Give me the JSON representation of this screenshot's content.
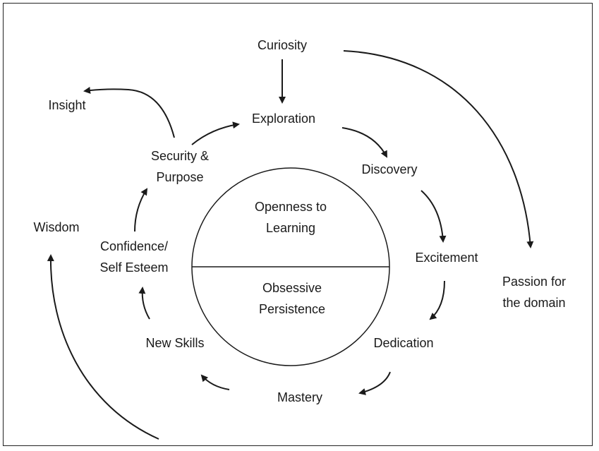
{
  "nodes": {
    "curiosity": "Curiosity",
    "exploration": "Exploration",
    "discovery": "Discovery",
    "excitement": "Excitement",
    "dedication": "Dedication",
    "mastery": "Mastery",
    "new_skills": "New Skills",
    "confidence_line1": "Confidence/",
    "confidence_line2": "Self Esteem",
    "security_line1": "Security &",
    "security_line2": "Purpose",
    "insight": "Insight",
    "wisdom": "Wisdom",
    "passion_line1": "Passion for",
    "passion_line2": "the domain"
  },
  "center": {
    "top_line1": "Openness to",
    "top_line2": "Learning",
    "bottom_line1": "Obsessive",
    "bottom_line2": "Persistence"
  },
  "colors": {
    "line": "#1a1a1a",
    "text": "#1a1a1a",
    "background": "#ffffff"
  }
}
